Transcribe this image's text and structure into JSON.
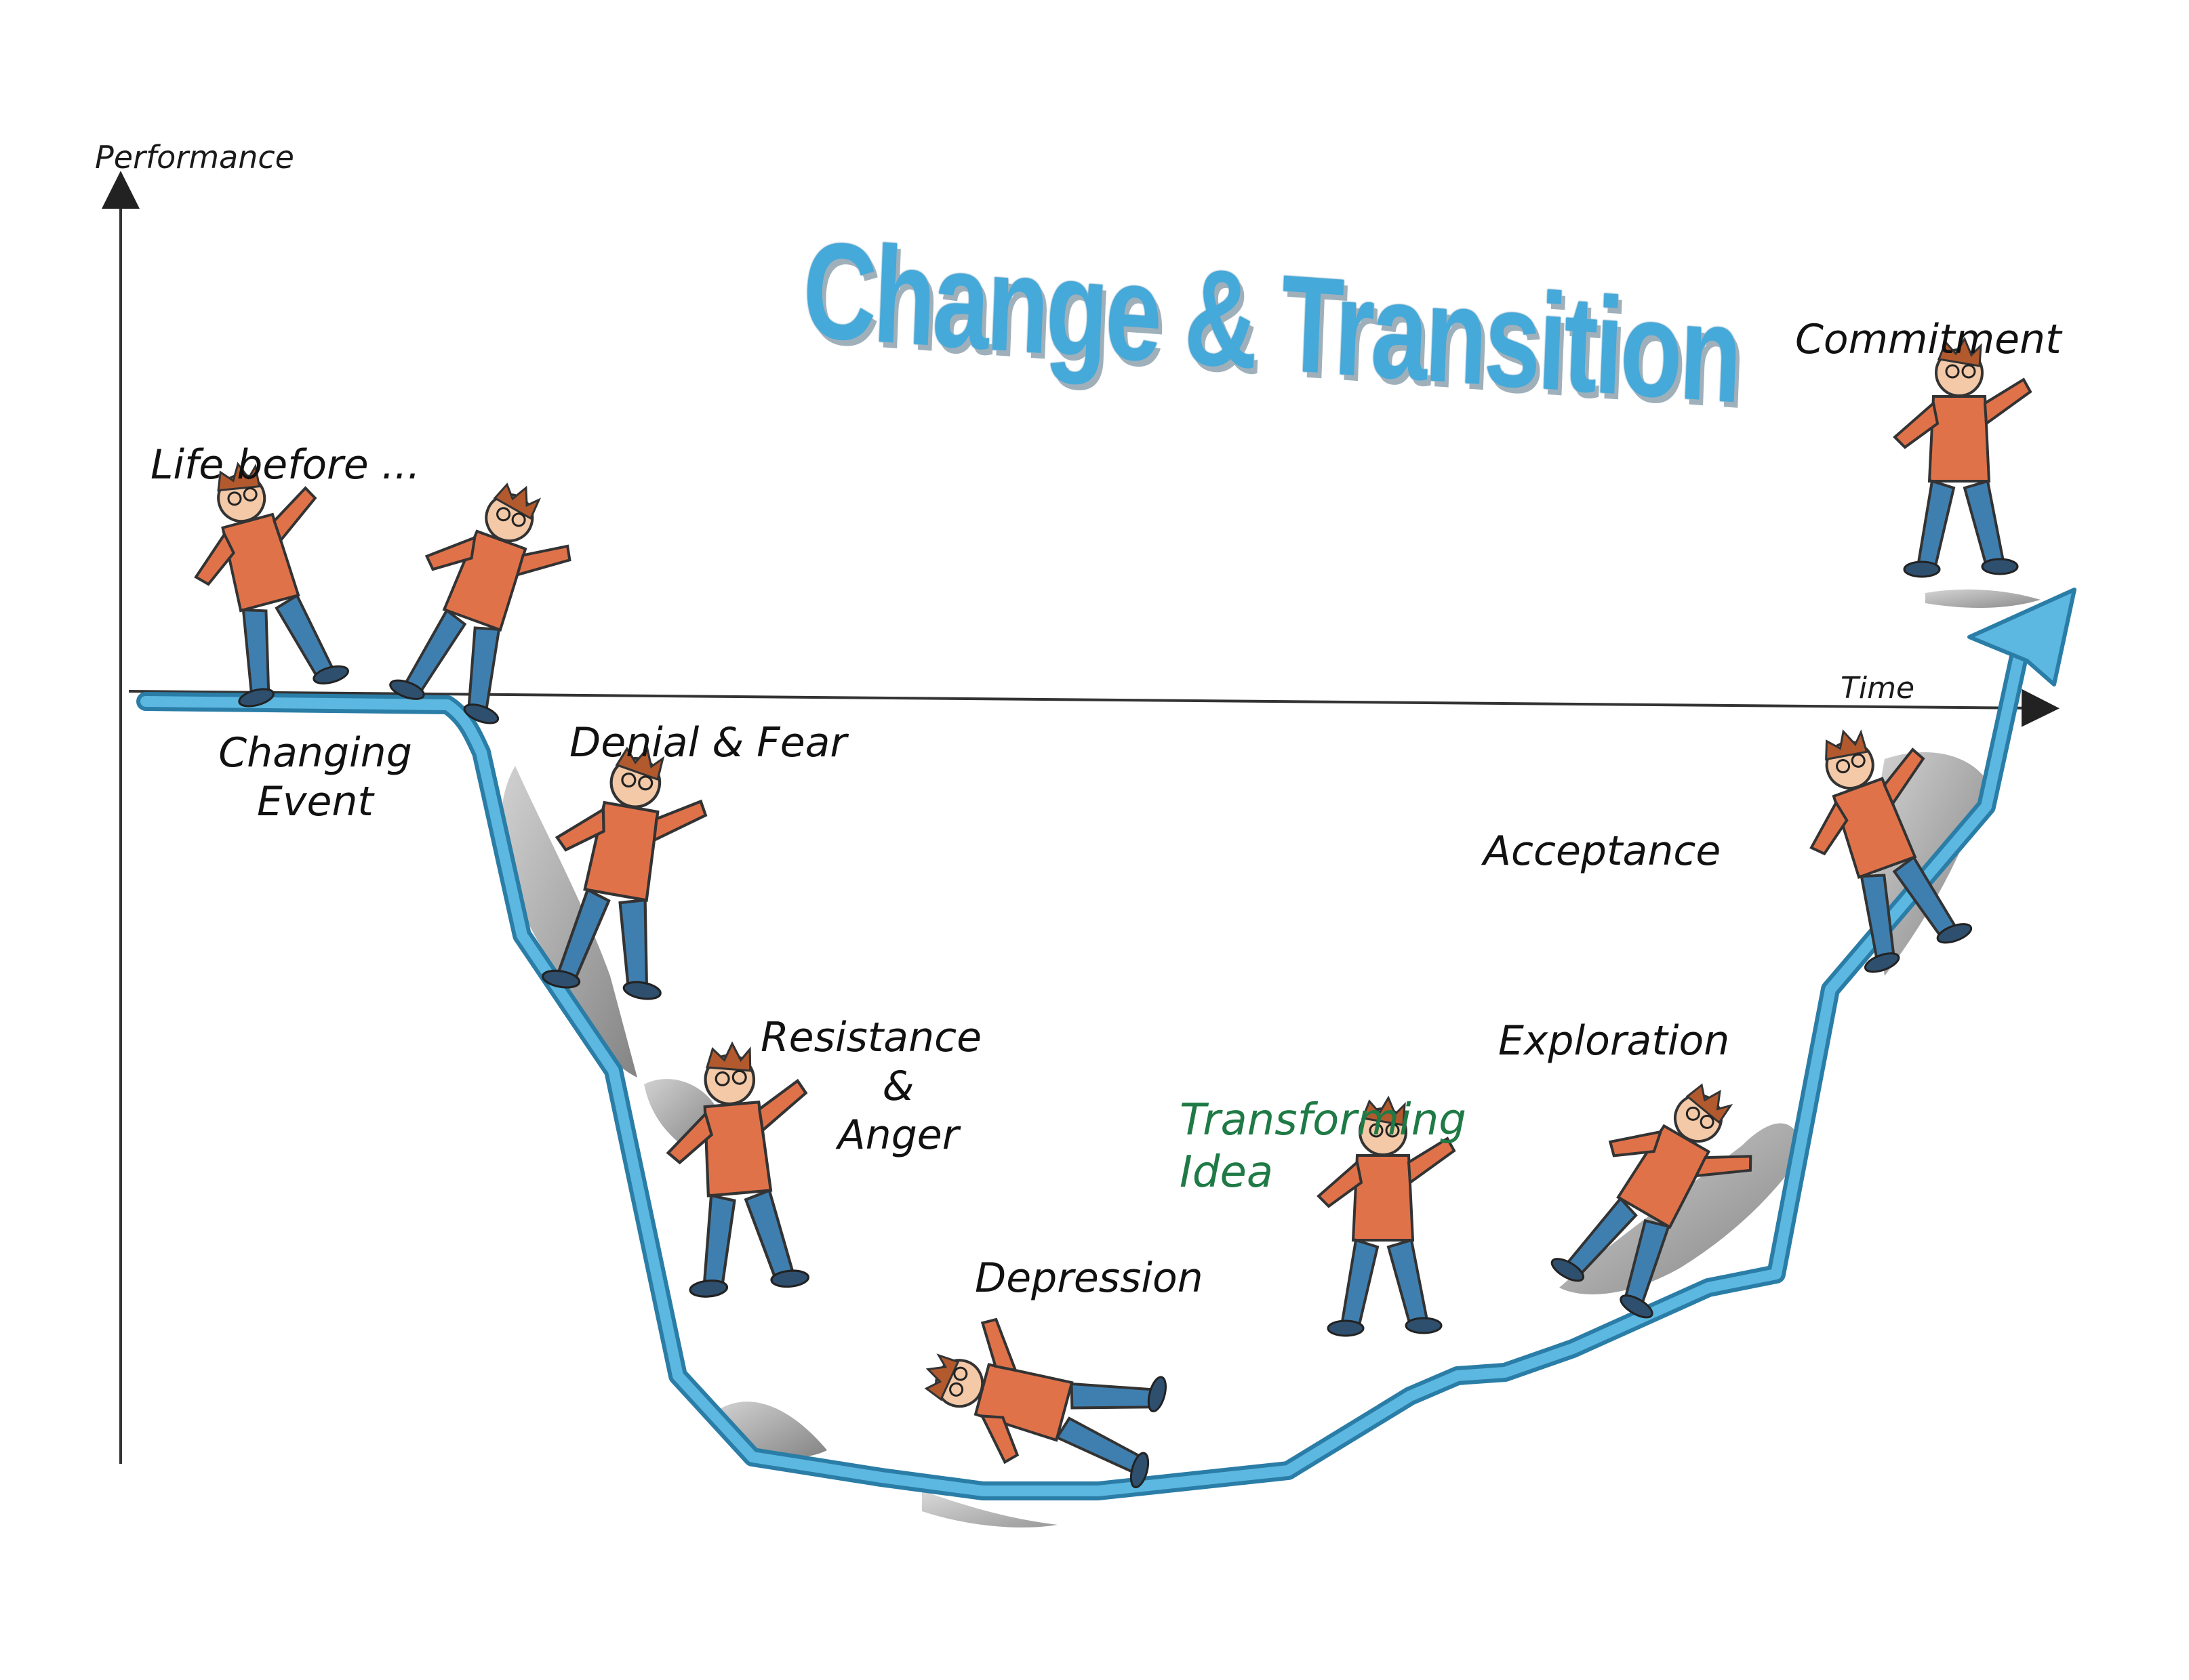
{
  "title": "Change & Transition",
  "axes": {
    "y_label": "Performance",
    "x_label": "Time"
  },
  "stages": {
    "life_before": "Life before ...",
    "changing_event_line1": "Changing",
    "changing_event_line2": "Event",
    "denial_fear": "Denial & Fear",
    "resistance_line1": "Resistance",
    "resistance_line2": "&",
    "resistance_line3": "Anger",
    "depression": "Depression",
    "transforming_line1": "Transforming",
    "transforming_line2": "Idea",
    "exploration": "Exploration",
    "acceptance": "Acceptance",
    "commitment": "Commitment"
  },
  "colors": {
    "curve": "#5cb8e0",
    "curve_outline": "#2a7da6",
    "title": "#45a9d9",
    "title_shadow": "#9fb0ba",
    "transforming_idea": "#1f7a46",
    "figure_shirt": "#e0724a",
    "figure_pants": "#3f7fb0",
    "rock": "#8a8a8a"
  },
  "figures": [
    {
      "name": "running-figure",
      "stage": "Life before ..."
    },
    {
      "name": "stumbling-figure",
      "stage": "Changing Event"
    },
    {
      "name": "falling-figure",
      "stage": "Denial & Fear"
    },
    {
      "name": "hanging-figure",
      "stage": "Resistance & Anger"
    },
    {
      "name": "lying-figure",
      "stage": "Depression"
    },
    {
      "name": "surprised-figure",
      "stage": "Transforming Idea"
    },
    {
      "name": "crawling-figure",
      "stage": "Exploration"
    },
    {
      "name": "climbing-figure",
      "stage": "Acceptance"
    },
    {
      "name": "standing-figure",
      "stage": "Commitment"
    }
  ]
}
